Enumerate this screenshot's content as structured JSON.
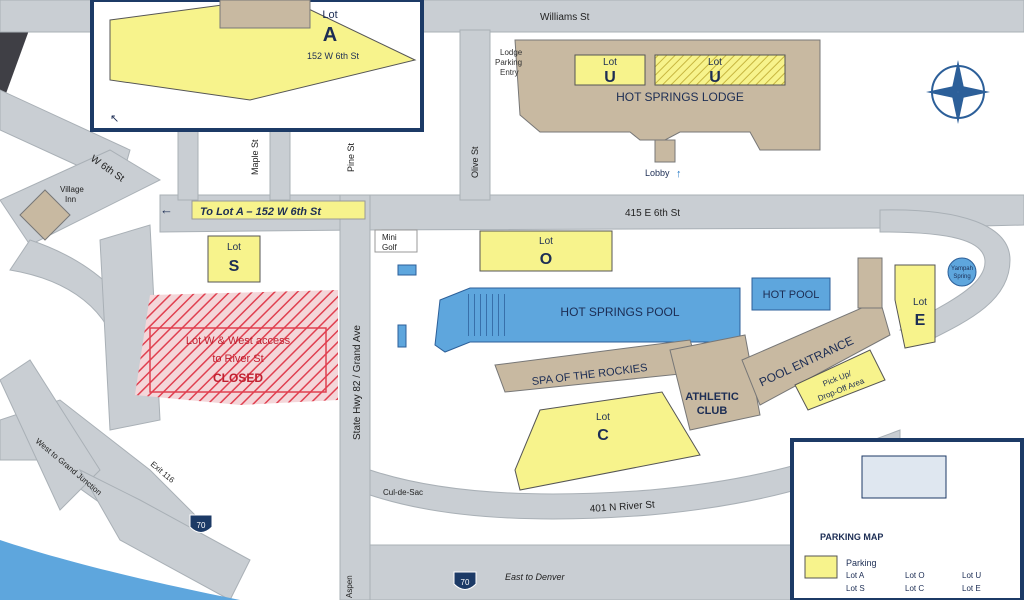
{
  "streets": {
    "williams_st": "Williams St",
    "w_6th_st": "W 6th St",
    "maple_st": "Maple St",
    "pine_st": "Pine St",
    "olive_st": "Olive St",
    "e_6th_st": "415 E 6th St",
    "hwy_82": "State Hwy 82 / Grand Ave",
    "river_st": "401 N River St",
    "cul_de_sac": "Cul-de-Sac",
    "exit_116": "Exit 116",
    "west_grand_junction": "West to Grand Junction",
    "east_denver": "East to Denver",
    "interstate_70": "70",
    "interstate_70b": "70",
    "aspen_partial": "Aspen"
  },
  "lots": {
    "a": {
      "title": "Lot",
      "letter": "A",
      "address": "152 W 6th St"
    },
    "u1": {
      "title": "Lot",
      "letter": "U"
    },
    "u2": {
      "title": "Lot",
      "letter": "U"
    },
    "s": {
      "title": "Lot",
      "letter": "S"
    },
    "o": {
      "title": "Lot",
      "letter": "O"
    },
    "e": {
      "title": "Lot",
      "letter": "E"
    },
    "c": {
      "title": "Lot",
      "letter": "C"
    }
  },
  "places": {
    "lodge": "HOT SPRINGS LODGE",
    "lodge_entry_1": "Lodge",
    "lodge_entry_2": "Parking",
    "lodge_entry_3": "Entry",
    "lobby": "Lobby",
    "village_inn_1": "Village",
    "village_inn_2": "Inn",
    "mini_golf_1": "Mini",
    "mini_golf_2": "Golf",
    "hot_springs_pool": "HOT SPRINGS POOL",
    "hot_pool": "HOT POOL",
    "spa": "SPA OF THE ROCKIES",
    "athletic_1": "ATHLETIC",
    "athletic_2": "CLUB",
    "pool_entrance": "POOL ENTRANCE",
    "pickup_1": "Pick Up/",
    "pickup_2": "Drop-Off Area",
    "yampah_1": "Yampah",
    "yampah_2": "Spring"
  },
  "notices": {
    "to_lot_a": "To Lot A – 152 W 6th St",
    "closed_1": "Lot W & West access",
    "closed_2": "to River St",
    "closed_3": "CLOSED"
  },
  "legend": {
    "title": "PARKING MAP",
    "parking": "Parking",
    "col1a": "Lot A",
    "col1b": "Lot S",
    "col2a": "Lot O",
    "col2b": "Lot C",
    "col3a": "Lot U",
    "col3b": "Lot E"
  },
  "colors": {
    "road": "#c9ced3",
    "lot": "#f7f38c",
    "water": "#5ea6dd",
    "building": "#c8b9a1",
    "closed": "#e04050",
    "frame": "#1c3a66",
    "text": "#1c2d54"
  }
}
